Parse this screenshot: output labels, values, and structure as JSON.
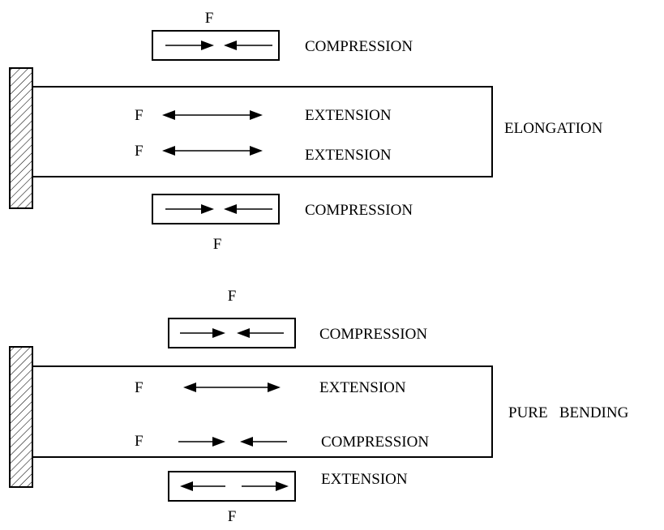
{
  "diagrams": [
    {
      "mode_label": "ELONGATION",
      "top_force": "F",
      "top_box_label": "COMPRESSION",
      "upper_force": "F",
      "upper_label": "EXTENSION",
      "lower_force": "F",
      "lower_label": "EXTENSION",
      "bottom_box_label": "COMPRESSION",
      "bottom_force": "F"
    },
    {
      "mode_label": "PURE   BENDING",
      "top_force": "F",
      "top_box_label": "COMPRESSION",
      "upper_force": "F",
      "upper_label": "EXTENSION",
      "lower_force": "F",
      "lower_label": "COMPRESSION",
      "bottom_box_label": "EXTENSION",
      "bottom_force": "F"
    }
  ]
}
